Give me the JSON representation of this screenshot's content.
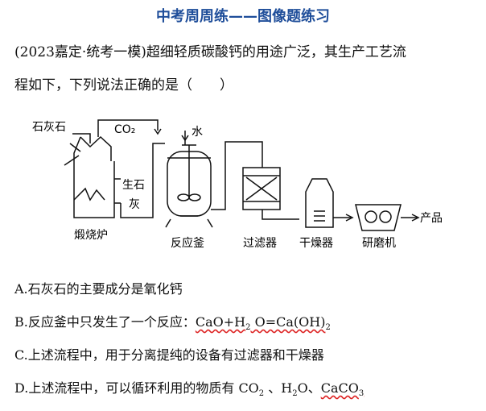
{
  "header": {
    "title": "中考周周练——图像题练习"
  },
  "question": {
    "line1": "(2023嘉定·统考一模)超细轻质碳酸钙的用途广泛，其生产工艺流",
    "line2": "程如下，下列说法正确的是（　　）"
  },
  "diagram": {
    "limestone": "石灰石",
    "co2": "CO₂",
    "water": "水",
    "quicklime_1": "生石",
    "quicklime_2": "灰",
    "kiln": "煅烧炉",
    "reactor": "反应釜",
    "filter": "过滤器",
    "dryer": "干燥器",
    "grinder": "研磨机",
    "product": "产品"
  },
  "options": {
    "a": "A.石灰石的主要成分是氧化钙",
    "b_prefix": "B.反应釜中只发生了一个反应：",
    "b_eq_1": "CaO+H",
    "b_eq_sub": "2",
    "b_eq_2": " O=Ca(OH)",
    "b_eq_sub2": "2",
    "c": "C.上述流程中，用于分离提纯的设备有过滤器和干燥器",
    "d_prefix": "D.上述流程中，可以循环利用的物质有 ",
    "d_co": "CO",
    "d_co_sub": "2",
    "d_mid": " 、",
    "d_h": "H",
    "d_h_sub": "2",
    "d_o": "O、",
    "d_caco": "CaCO",
    "d_caco_sub": "3"
  }
}
